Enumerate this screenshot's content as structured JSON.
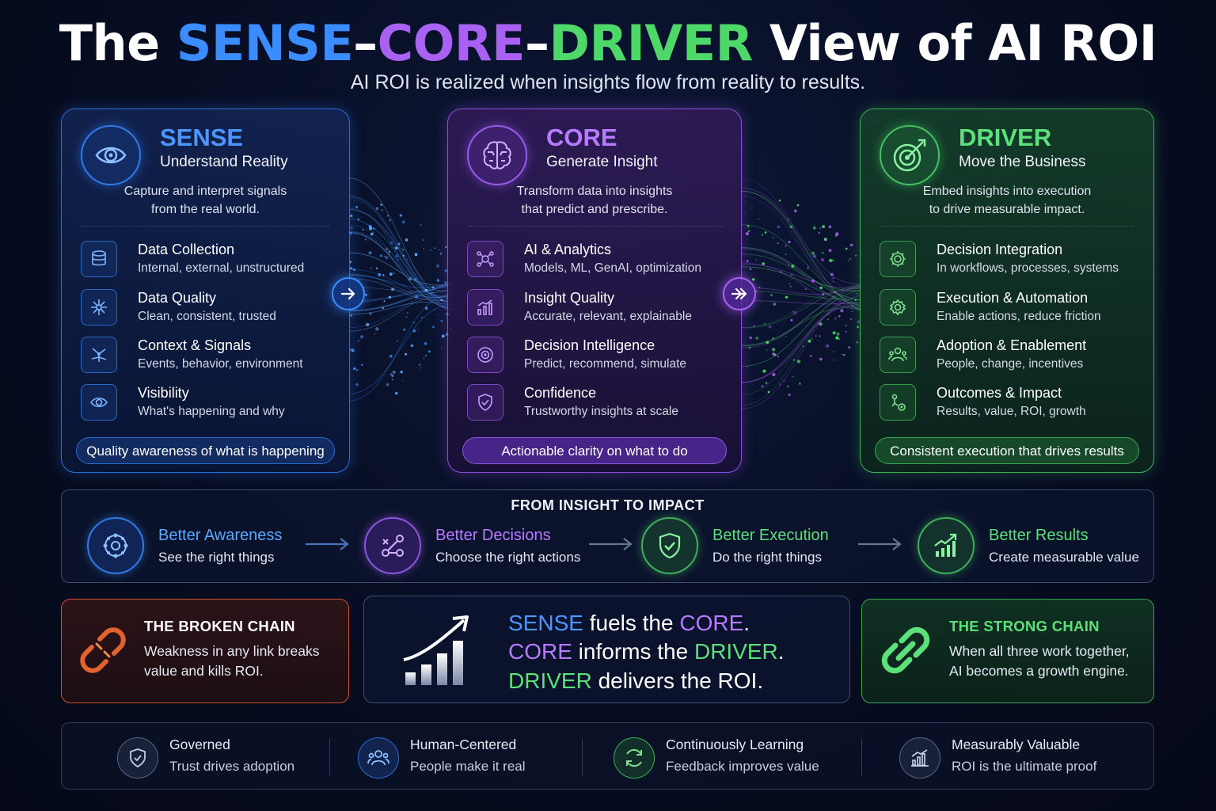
{
  "title": {
    "prefix": "The ",
    "sense": "SENSE",
    "dash1": "–",
    "core": "CORE",
    "dash2": "–",
    "driver": "DRIVER",
    "suffix": " View of AI ROI"
  },
  "subtitle": "AI ROI is realized when insights flow from reality to results.",
  "colors": {
    "sense": "#3b8cff",
    "core": "#a861f0",
    "driver": "#4ed86a",
    "broken": "#e0622e"
  },
  "panels": {
    "sense": {
      "icon": "eye-icon",
      "title": "SENSE",
      "subtitle": "Understand Reality",
      "desc1": "Capture and interpret signals",
      "desc2": "from the real world.",
      "items": [
        {
          "icon": "database-icon",
          "title": "Data Collection",
          "sub": "Internal, external, unstructured"
        },
        {
          "icon": "sparkle-icon",
          "title": "Data Quality",
          "sub": "Clean, consistent, trusted"
        },
        {
          "icon": "signal-icon",
          "title": "Context & Signals",
          "sub": "Events, behavior, environment"
        },
        {
          "icon": "eye-icon",
          "title": "Visibility",
          "sub": "What's happening and why"
        }
      ],
      "pill": "Quality awareness of what is happening"
    },
    "core": {
      "icon": "brain-icon",
      "title": "CORE",
      "subtitle": "Generate Insight",
      "desc1": "Transform data into insights",
      "desc2": "that predict and prescribe.",
      "items": [
        {
          "icon": "network-icon",
          "title": "AI & Analytics",
          "sub": "Models, ML, GenAI, optimization"
        },
        {
          "icon": "chart-icon",
          "title": "Insight Quality",
          "sub": "Accurate, relevant, explainable"
        },
        {
          "icon": "target-icon",
          "title": "Decision Intelligence",
          "sub": "Predict, recommend, simulate"
        },
        {
          "icon": "shield-icon",
          "title": "Confidence",
          "sub": "Trustworthy insights at scale"
        }
      ],
      "pill": "Actionable clarity on what to do"
    },
    "driver": {
      "icon": "target-arrow-icon",
      "title": "DRIVER",
      "subtitle": "Move the Business",
      "desc1": "Embed insights into execution",
      "desc2": "to drive measurable impact.",
      "items": [
        {
          "icon": "gear-icon",
          "title": "Decision Integration",
          "sub": "In workflows, processes, systems"
        },
        {
          "icon": "gear-icon",
          "title": "Execution & Automation",
          "sub": "Enable actions, reduce friction"
        },
        {
          "icon": "people-icon",
          "title": "Adoption & Enablement",
          "sub": "People, change, incentives"
        },
        {
          "icon": "outcome-icon",
          "title": "Outcomes & Impact",
          "sub": "Results, value, ROI, growth"
        }
      ],
      "pill": "Consistent execution that drives results"
    }
  },
  "flow": {
    "title": "FROM INSIGHT TO IMPACT",
    "steps": [
      {
        "icon": "awareness-icon",
        "title": "Better Awareness",
        "sub": "See the right things",
        "color": "#5aa7ff"
      },
      {
        "icon": "decision-icon",
        "title": "Better Decisions",
        "sub": "Choose the right actions",
        "color": "#b77bff"
      },
      {
        "icon": "shield-check-icon",
        "title": "Better Execution",
        "sub": "Do the right things",
        "color": "#5be07a"
      },
      {
        "icon": "growth-chart-icon",
        "title": "Better Results",
        "sub": "Create measurable value",
        "color": "#5be07a"
      }
    ]
  },
  "broken": {
    "icon": "broken-chain-icon",
    "title": "THE BROKEN CHAIN",
    "line1": "Weakness in any link breaks",
    "line2": "value and kills ROI."
  },
  "center": {
    "icon": "growth-chart-icon",
    "l1_a": "SENSE",
    "l1_b": " fuels the ",
    "l1_c": "CORE",
    "l1_d": ".",
    "l2_a": "CORE",
    "l2_b": " informs the ",
    "l2_c": "DRIVER",
    "l2_d": ".",
    "l3_a": "DRIVER",
    "l3_b": " delivers the ROI."
  },
  "strong": {
    "icon": "chain-icon",
    "title": "THE STRONG CHAIN",
    "line1": "When all three work together,",
    "line2": "AI becomes a growth engine."
  },
  "footer": [
    {
      "icon": "shield-check-icon",
      "title": "Governed",
      "sub": "Trust drives adoption"
    },
    {
      "icon": "people-icon",
      "title": "Human-Centered",
      "sub": "People make it real"
    },
    {
      "icon": "refresh-icon",
      "title": "Continuously Learning",
      "sub": "Feedback improves value"
    },
    {
      "icon": "chart-icon",
      "title": "Measurably Valuable",
      "sub": "ROI is the ultimate proof"
    }
  ]
}
